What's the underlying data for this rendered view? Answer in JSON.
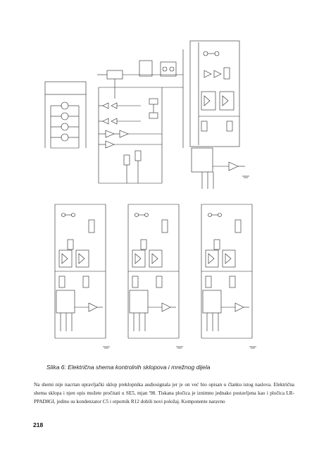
{
  "figure": {
    "caption": "Slika 6: Električna shema kontrolnih sklopova i mrežnog dijela"
  },
  "body_text": "Na shemi nije nacrtan upravljački sklop preklopnika audiosignala jer je on već bio opisan u članku istog naslova. Električna shema sklopa i njen opis možete pročitati u SE5, mjan '98. Tiskana pločica je iznimno jednako postavljena kao i pločica LR-PPAD8GI, jedino su kondenzator C5 i otpornik R12 dobili novi položaj. Komponente naravno",
  "page_number": "218"
}
